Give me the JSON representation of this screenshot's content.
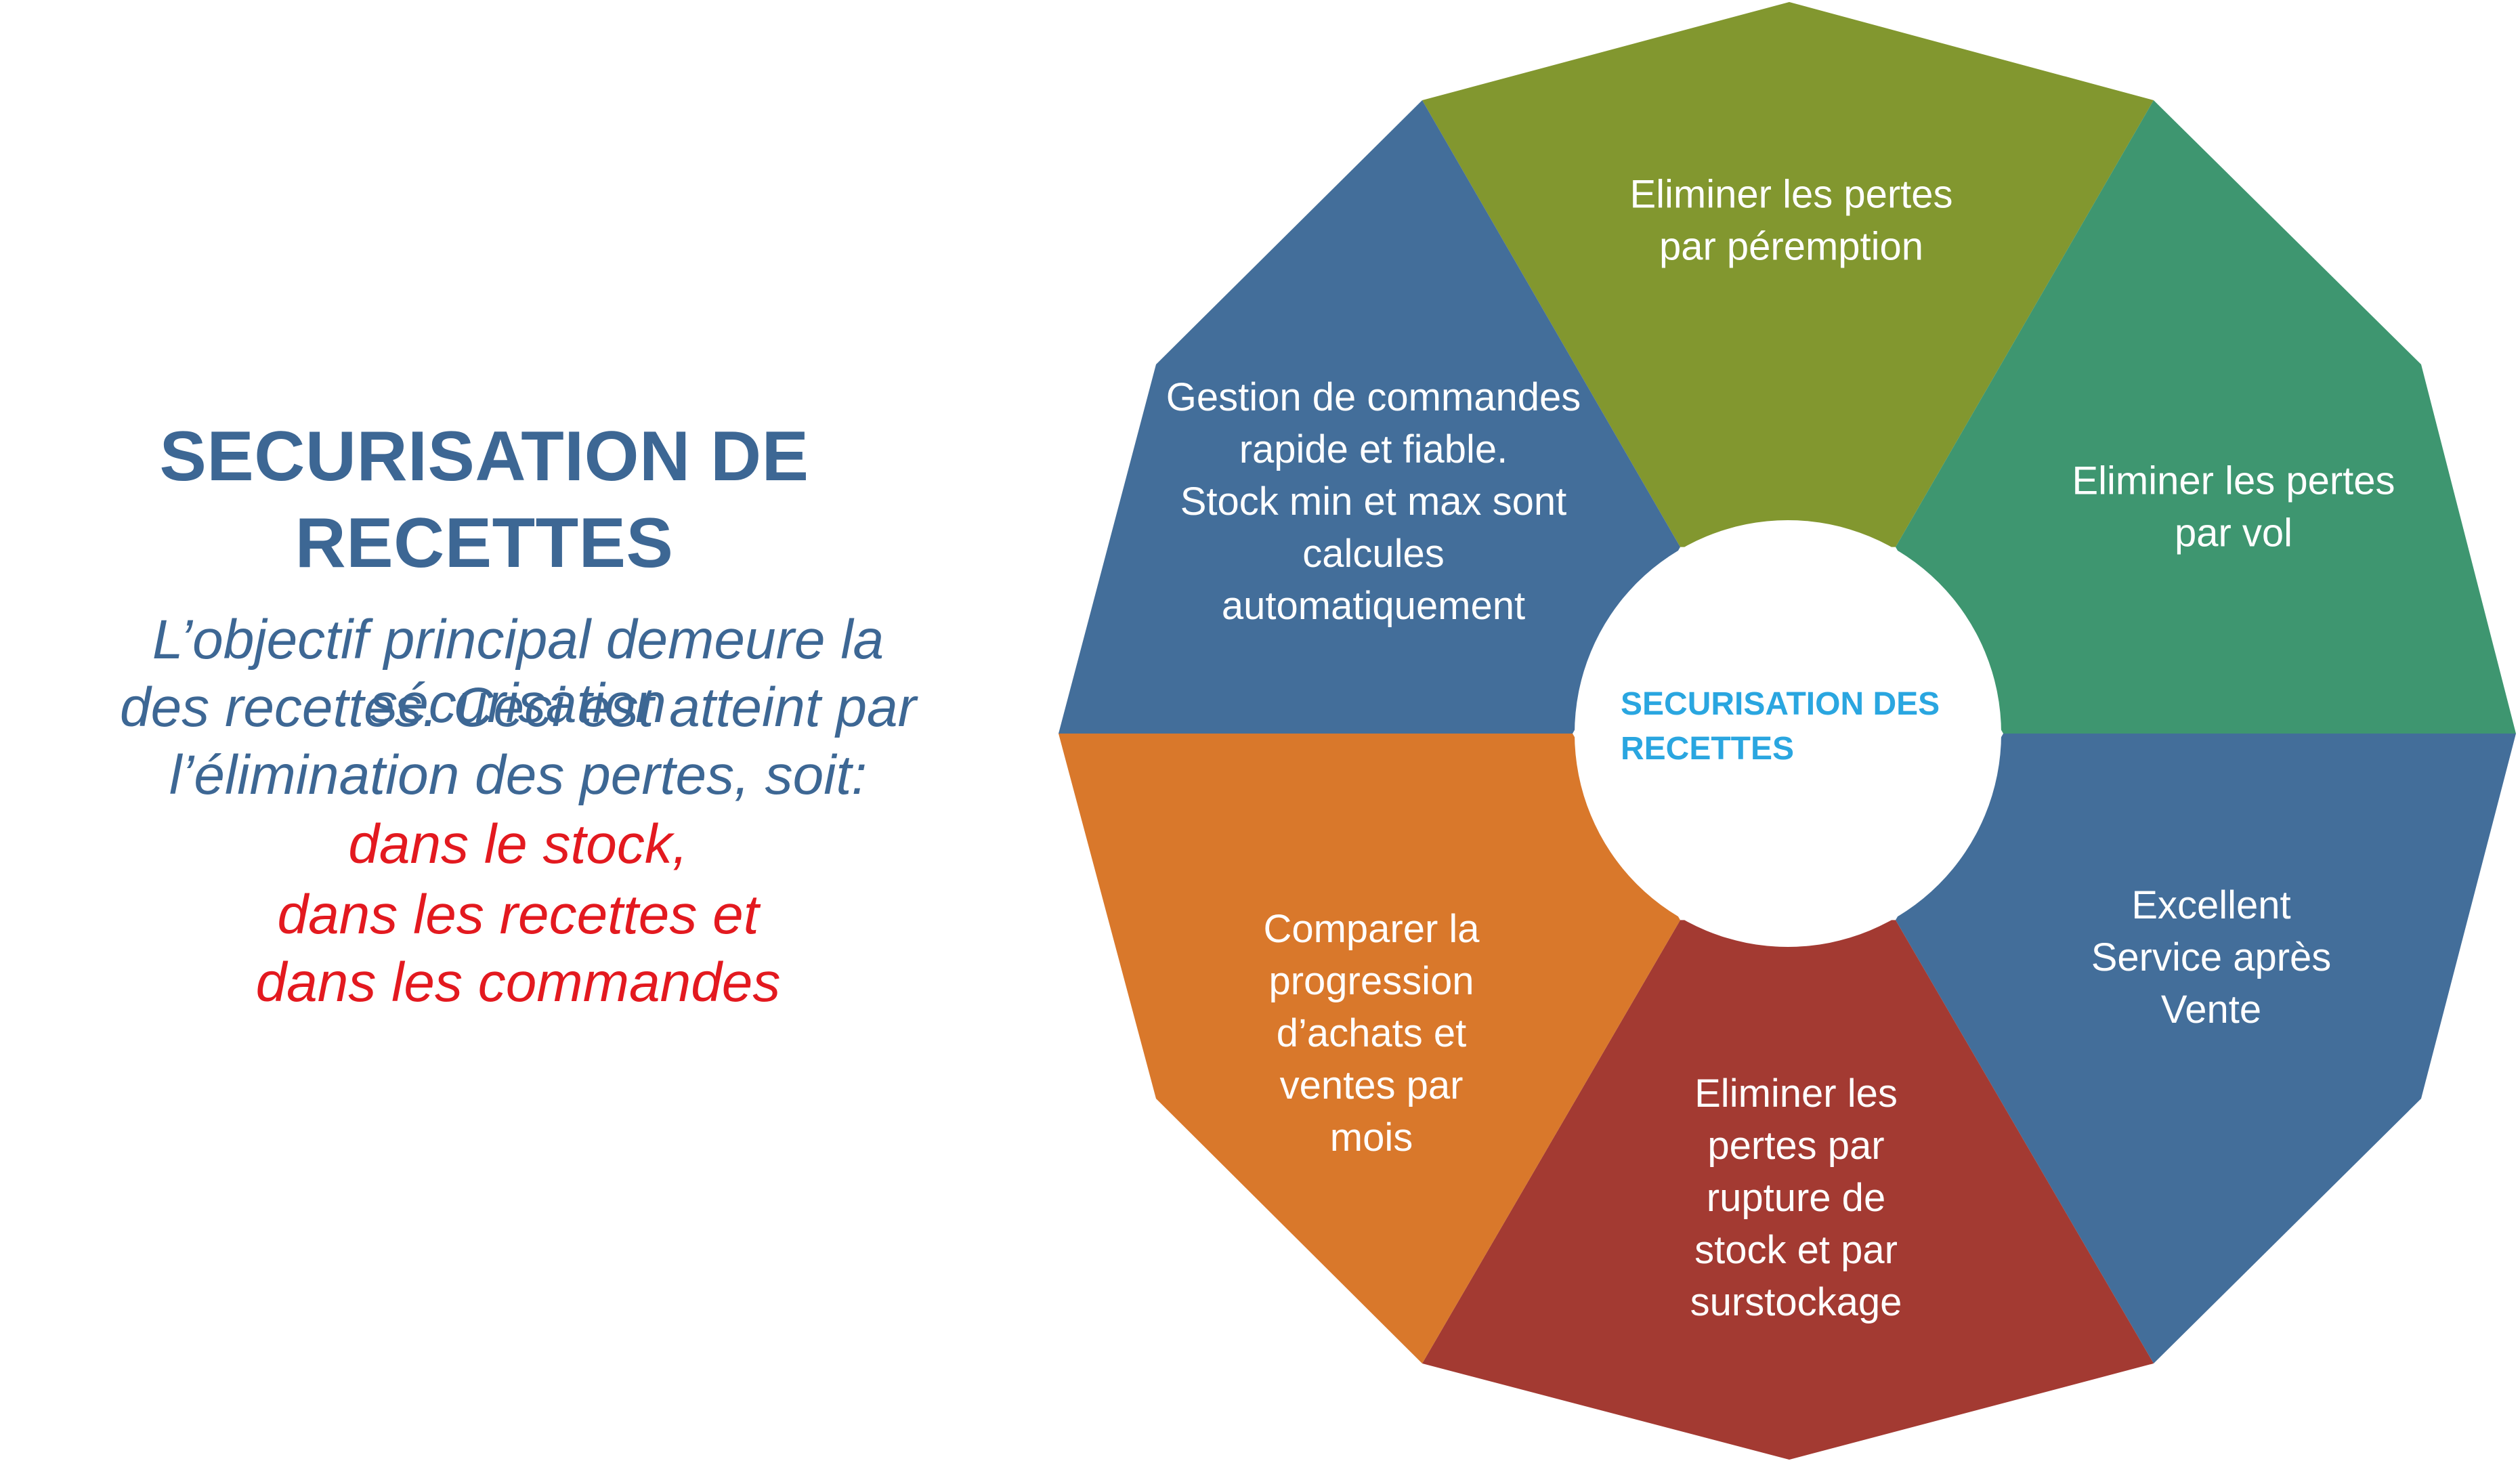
{
  "left": {
    "title_line1": "SECURISATION DE",
    "title_line2": "RECETTES",
    "desc_line1": "L’objectif principal demeure la sécurisation",
    "desc_line2": "des recettes. Ceci est atteint par",
    "desc_line3": "l’élimination des pertes, soit:",
    "red_line1": "dans le stock,",
    "red_line2": "dans les recettes et",
    "red_line3": "dans les commandes"
  },
  "diagram": {
    "center": {
      "line1": "SECURISATION DES",
      "line2": "RECETTES"
    },
    "segments": [
      {
        "id": "peremption",
        "color": "#82972f",
        "lines": [
          "Eliminer les pertes",
          "par péremption"
        ]
      },
      {
        "id": "vol",
        "color": "#3e9670",
        "lines": [
          "Eliminer les pertes",
          "par vol"
        ]
      },
      {
        "id": "service",
        "color": "#436e9a",
        "lines": [
          "Excellent",
          "Service après",
          "Vente"
        ]
      },
      {
        "id": "rupture",
        "color": "#a33a32",
        "lines": [
          "Eliminer les",
          "pertes par",
          "rupture de",
          "stock et par",
          "surstockage"
        ]
      },
      {
        "id": "progression",
        "color": "#d9782b",
        "lines": [
          "Comparer la",
          "progression",
          "d’achats et",
          "ventes par",
          "mois"
        ]
      },
      {
        "id": "commandes",
        "color": "#436e9a",
        "lines": [
          "Gestion de commandes",
          "rapide et fiable.",
          "Stock min et max sont",
          "calcules",
          "automatiquement"
        ]
      }
    ]
  }
}
